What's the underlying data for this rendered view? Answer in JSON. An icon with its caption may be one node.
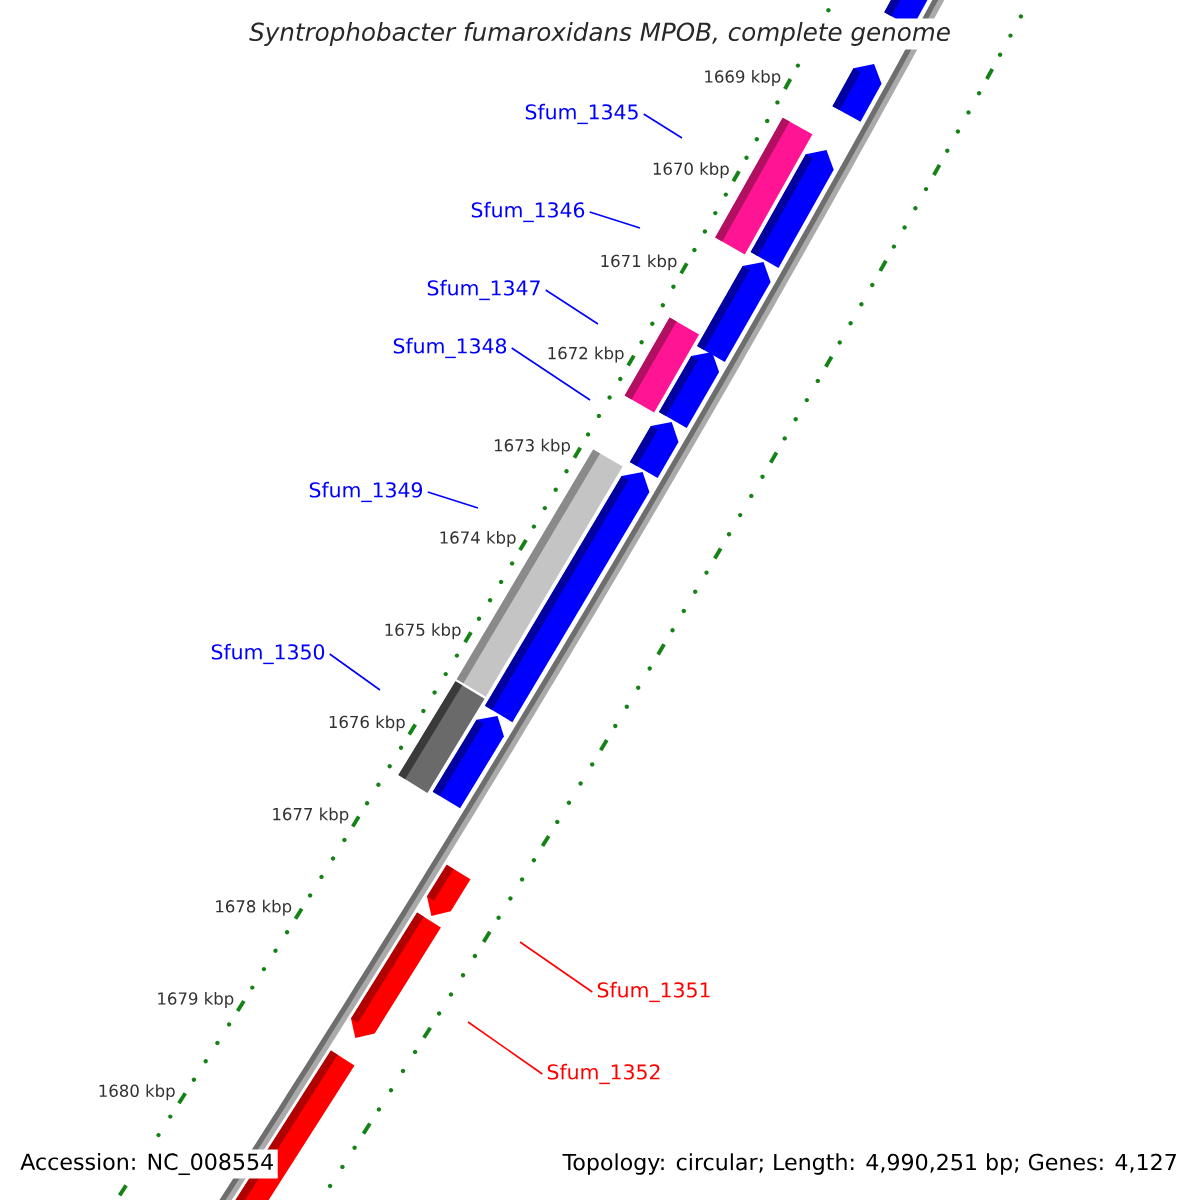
{
  "diagram": {
    "title": "Syntrophobacter fumaroxidans MPOB, complete genome",
    "nodes": [
      {
        "text": [
          "Sfum_1345"
        ]
      },
      {
        "text": [
          "Sfum_1346"
        ]
      },
      {
        "text": [
          "Sfum_1347"
        ]
      },
      {
        "text": [
          "Sfum_1348"
        ]
      },
      {
        "text": [
          "Sfum_1349"
        ]
      },
      {
        "text": [
          "Sfum_1350"
        ]
      },
      {
        "text": [
          "Sfum_1351"
        ]
      },
      {
        "text": [
          "Sfum_1352"
        ]
      }
    ],
    "edges": [
      {
        "from": 0,
        "to": null,
        "arrow": "none"
      },
      {
        "from": 1,
        "to": null,
        "arrow": "none"
      },
      {
        "from": 2,
        "to": null,
        "arrow": "none"
      },
      {
        "from": 3,
        "to": null,
        "arrow": "none"
      },
      {
        "from": 4,
        "to": null,
        "arrow": "none"
      },
      {
        "from": 5,
        "to": null,
        "arrow": "none"
      },
      {
        "from": 6,
        "to": null,
        "arrow": "none",
        "color": "#ff0000"
      },
      {
        "from": 7,
        "to": null,
        "arrow": "none",
        "color": "#ff0000"
      }
    ],
    "labels": [
      "1669 kbp",
      "1670 kbp",
      "1671 kbp",
      "1672 kbp",
      "1673 kbp",
      "1674 kbp",
      "1675 kbp",
      "1676 kbp",
      "1677 kbp",
      "1678 kbp",
      "1679 kbp",
      "1680 kbp",
      "Accession: NC_008554",
      "Topology: circular; Length: 4,990,251 bp; Genes: 4,127"
    ]
  }
}
